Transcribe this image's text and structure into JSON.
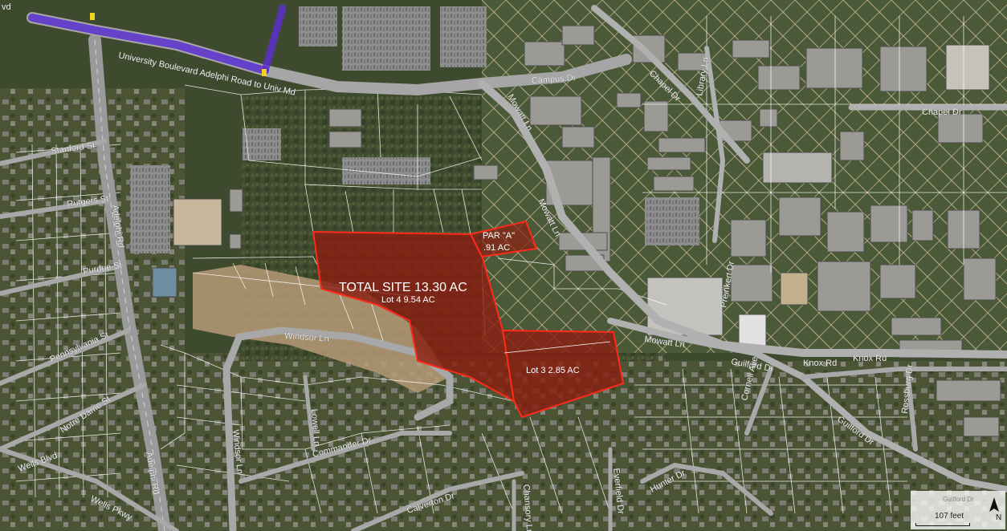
{
  "map": {
    "roads": {
      "blvd_partial": "vd",
      "university_blvd": "University Boulevard   Adelphi Road to Univ Md",
      "campus_dr": "Campus Dr",
      "chapel_dr_vert": "Chapel Dr",
      "chapel_dr": "Chapel Dr",
      "library_ln": "Library Ln",
      "stanford": "Stanford St",
      "rutgers": "Rutgers St",
      "purdue": "Purdue St",
      "pennsylvania": "Pennsylvania St",
      "notre_dame": "Notre Dame St",
      "wells_blvd": "Wells Blvd",
      "wells_pkwy": "Wells Pkwy",
      "adelphi_top": "Adelphi Rd",
      "adelphi_bottom": "Adelphi Rd",
      "windsor_ln": "Windsor Ln",
      "windsor_ln2": "Windsor Ln",
      "lowell_ln": "Lowell Ln",
      "commander": "Commander Dr",
      "calverton": "Calverton Dr",
      "chansory": "Chansory Ln",
      "everfield": "Everfield Dr",
      "mowatt_top": "Mowatt Ln",
      "mowatt_mid": "Mowatt Ln",
      "mowatt_right": "Mowatt Ln",
      "guilford_dr": "Guilford Dr",
      "guilford_dr2": "Guilford Dr",
      "knox_rd": "Knox Rd",
      "knox_rd2": "Knox Rd",
      "preinkert": "Preinkert Dr",
      "cornell": "Cornell Ave",
      "rossburg": "Rossburg Dr",
      "hunter": "Hunter Dr"
    },
    "site": {
      "total": "TOTAL SITE 13.30 AC",
      "lot4": "Lot 4  9.54 AC",
      "lot3": "Lot 3  2.85 AC",
      "par_a_name": "PAR \"A\"",
      "par_a_area": ".91 AC"
    },
    "colors": {
      "parcel_fill": "#8a1f12",
      "parcel_stroke": "#ff2a1a",
      "lot_line": "#ffffff",
      "highway": "#5a2fd0"
    },
    "scale": {
      "label": "107 feet",
      "north": "N",
      "basemap_label": "Guilford Dr"
    }
  }
}
